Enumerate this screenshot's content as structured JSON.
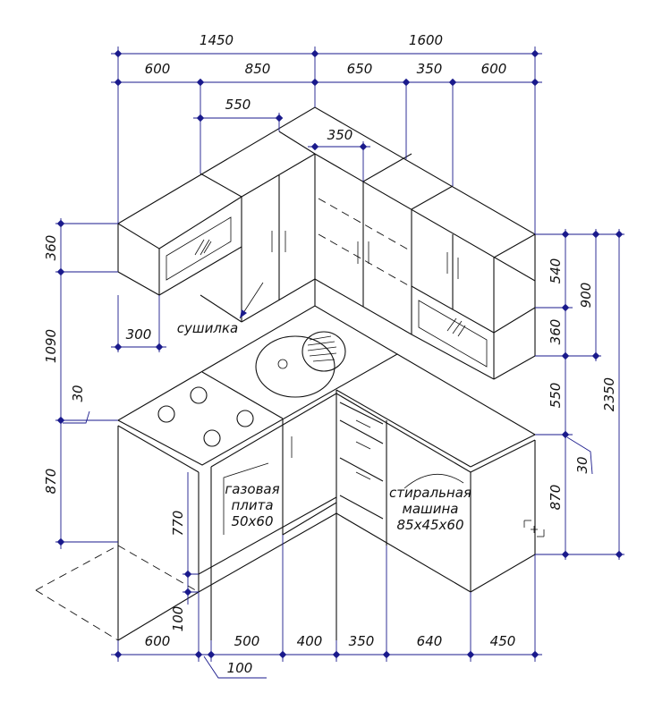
{
  "top_row_1": [
    "1450",
    "1600"
  ],
  "top_row_2": [
    "600",
    "850",
    "650",
    "350",
    "600"
  ],
  "top_inner": [
    "550",
    "350"
  ],
  "left_vertical": [
    "360",
    "1090",
    "870"
  ],
  "left_small": [
    "300",
    "30"
  ],
  "right_vertical": [
    "540",
    "360",
    "550",
    "870"
  ],
  "right_long": [
    "900",
    "2350"
  ],
  "right_small": [
    "30"
  ],
  "bottom_row": [
    "600",
    "500",
    "400",
    "350",
    "640",
    "450"
  ],
  "bottom_small": [
    "100"
  ],
  "front_vertical": [
    "770",
    "100"
  ],
  "labels": {
    "dryer": "сушилка",
    "stove": [
      "газовая",
      "плита",
      "50х60"
    ],
    "washer": [
      "стиральная",
      "машина",
      "85х45х60"
    ]
  }
}
